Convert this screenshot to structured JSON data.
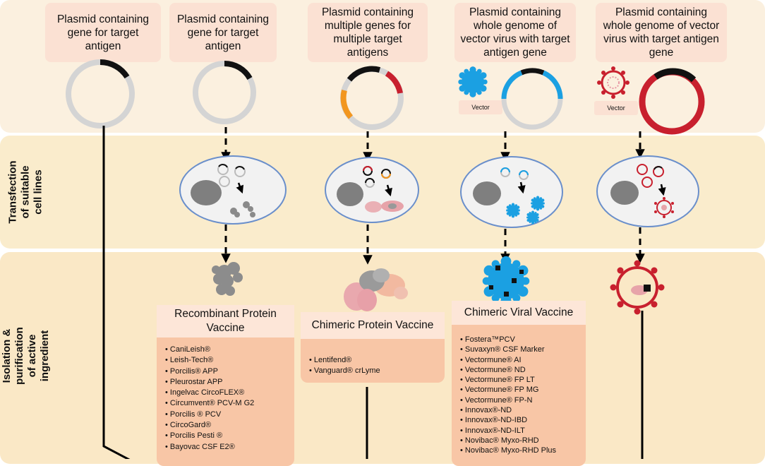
{
  "rows": {
    "transfection": "Transfection of suitable cell lines",
    "isolation": "Isolation & purification of active ingredient"
  },
  "columns": [
    {
      "header": "Plasmid containing gene for target antigen"
    },
    {
      "header": "Plasmid containing gene for target antigen"
    },
    {
      "header": "Plasmid containing multiple genes for multiple target antigens"
    },
    {
      "header": "Plasmid containing whole genome of vector virus with target antigen gene",
      "vector_label": "Vector"
    },
    {
      "header": "Plasmid containing whole genome of vector virus with  target antigen gene",
      "vector_label": "Vector"
    }
  ],
  "products": [
    {
      "title": "Recombinant Protein Vaccine",
      "items": [
        "CaniLeish®",
        "Leish-Tech®",
        "Porcilis® APP",
        "Pleurostar APP",
        "Ingelvac CircoFLEX®",
        "Circumvent® PCV-M G2",
        "Porcilis ® PCV",
        "CircoGard®",
        "Porcilis Pesti ®",
        "Bayovac CSF E2®"
      ]
    },
    {
      "title": "Chimeric Protein Vaccine",
      "items": [
        "Lentifend®",
        "Vanguard® crLyme"
      ]
    },
    {
      "title": "Chimeric Viral Vaccine",
      "items": [
        "Fostera™PCV",
        "Suvaxyn® CSF Marker",
        "Vectormune® AI",
        "Vectormune® ND",
        "Vectormune® FP LT",
        "Vectormune® FP MG",
        "Vectormune® FP-N",
        "Innovax®-ND",
        "Innovax®-ND-IBD",
        "Innovax®-ND-ILT",
        "Novibac® Myxo-RHD",
        "Novibac® Myxo-RHD Plus"
      ]
    }
  ],
  "colors": {
    "plasmid_gray": "#d4d4d4",
    "gene_black": "#111111",
    "gene_red": "#c8202e",
    "gene_orange": "#f2961f",
    "vector_blue": "#1ba0e2",
    "virus_red": "#c8202e",
    "cell_border": "#6a8fcb",
    "cell_fill": "#f2f2f2",
    "nucleus": "#7f7f7f"
  }
}
